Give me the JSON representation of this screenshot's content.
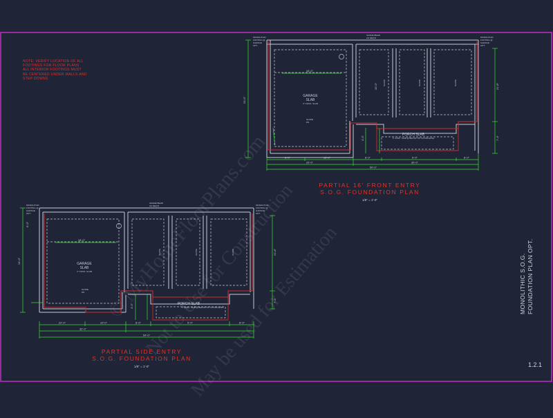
{
  "colors": {
    "background": "#202437",
    "frame": "#d12bd1",
    "wall": "#c6cad4",
    "slab_red": "#cf2b2b",
    "dim_green": "#35e52f",
    "text_red": "#e0352b",
    "text_light": "#cfd3da"
  },
  "note": {
    "text": "NOTE: VERIFY LOCATION OF ALL\nFOOTINGS FOR FLOOR PLANS\nALL INTERIOR FOOTINGS MUST\nBE CENTERED UNDER WALLS AND\nSTEP DOWNS"
  },
  "plan_front": {
    "title_line1": "PARTIAL 16' FRONT ENTRY",
    "title_line2": "S.O.G. FOUNDATION PLAN",
    "scale": "1/8\" = 1'-0\"",
    "garage_label": "GARAGE",
    "garage_label2": "SLAB",
    "garage_sub": "4\" CONC. SLAB",
    "porch_label": "PORCH SLAB",
    "porch_sub": "4\" CONC. SLAB @ BELOW 1ST FLOOR LEVEL",
    "dims_bottom": [
      "8'-0\"",
      "12'-0\"",
      "8'-0\"",
      "5'-0\"",
      "8'-0\"",
      "30'-0\"",
      "20'-0\"",
      "50'-0\""
    ],
    "dims_right": [
      "21'-8\"",
      "7'-4\""
    ]
  },
  "plan_side": {
    "title_line1": "PARTIAL SIDE ENTRY",
    "title_line2": "S.O.G. FOUNDATION PLAN",
    "scale": "1/8\" = 1'-0\"",
    "garage_label": "GARAGE",
    "garage_label2": "SLAB",
    "garage_sub": "4\" CONC. SLAB",
    "porch_label": "PORCH SLAB",
    "porch_sub": "4\" CONC. SLAB @ BELOW 1ST FLOOR LEVEL",
    "dims_bottom": [
      "22'-0\"",
      "10'-0\"",
      "8'-0\"",
      "5'-0\"",
      "8'-0\"",
      "32'-0\"",
      "54'-0\""
    ],
    "dims_right": [
      "21'-8\"",
      "7'-4\""
    ]
  },
  "sheet_title_line1": "MONOLITHIC S.O.G.",
  "sheet_title_line2": "FOUNDATION PLAN OPT.",
  "sheet_number": "1.2.1",
  "watermarks": [
    "© MyHomeFloorPlans.com",
    "Not to Use for Construction",
    "May be used for Estimation"
  ]
}
